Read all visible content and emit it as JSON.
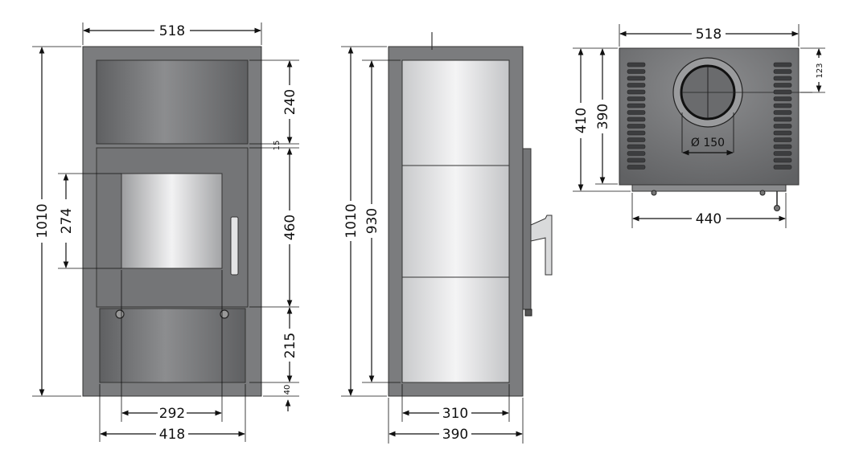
{
  "front_view": {
    "width": "518",
    "height": "1010",
    "top_panel": "240",
    "gap": "15",
    "door": "460",
    "lower": "215",
    "plinth": "40",
    "window_height": "274",
    "window_width": "292",
    "base_width": "418"
  },
  "side_view": {
    "height": "1010",
    "inner_height": "930",
    "inner_width": "310",
    "depth": "390"
  },
  "top_view": {
    "width": "518",
    "depth": "410",
    "inner_depth": "390",
    "flue_offset": "123",
    "flue_diameter": "Ø 150",
    "base_width": "440"
  },
  "colors": {
    "body": "#7a7b7d",
    "panel_dark": "#6d6e70",
    "glass_light": "#e9e9ea",
    "line": "#111111"
  }
}
